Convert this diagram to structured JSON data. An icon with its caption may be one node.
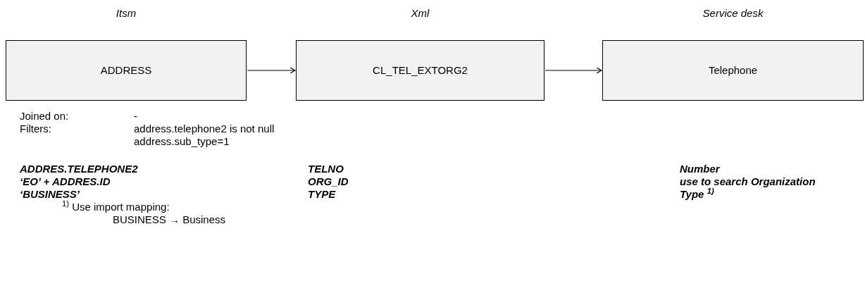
{
  "diagram": {
    "nodes": [
      {
        "text": [
          "Itsm",
          "ADDRESS"
        ]
      },
      {
        "text": [
          "Xml",
          "CL_TEL_EXTORG2"
        ]
      },
      {
        "text": [
          "Service desk",
          "Telephone"
        ]
      }
    ],
    "edges": [
      {
        "from": 0,
        "to": 1,
        "arrow": "to"
      },
      {
        "from": 1,
        "to": 2,
        "arrow": "to"
      }
    ],
    "labels": [
      "Joined on:",
      "-",
      "Filters:",
      "address.telephone2 is not null",
      "address.sub_type=1",
      "ADDRES.TELEPHONE2",
      "TELNO",
      "Number",
      "‘EO’ + ADDRES.ID",
      "ORG_ID",
      "use to search Organization",
      "‘BUSINESS’",
      "TYPE",
      "Type $^{1)}$",
      "$^{1)}$ Use import mapping:",
      "BUSINESS → Business"
    ]
  }
}
